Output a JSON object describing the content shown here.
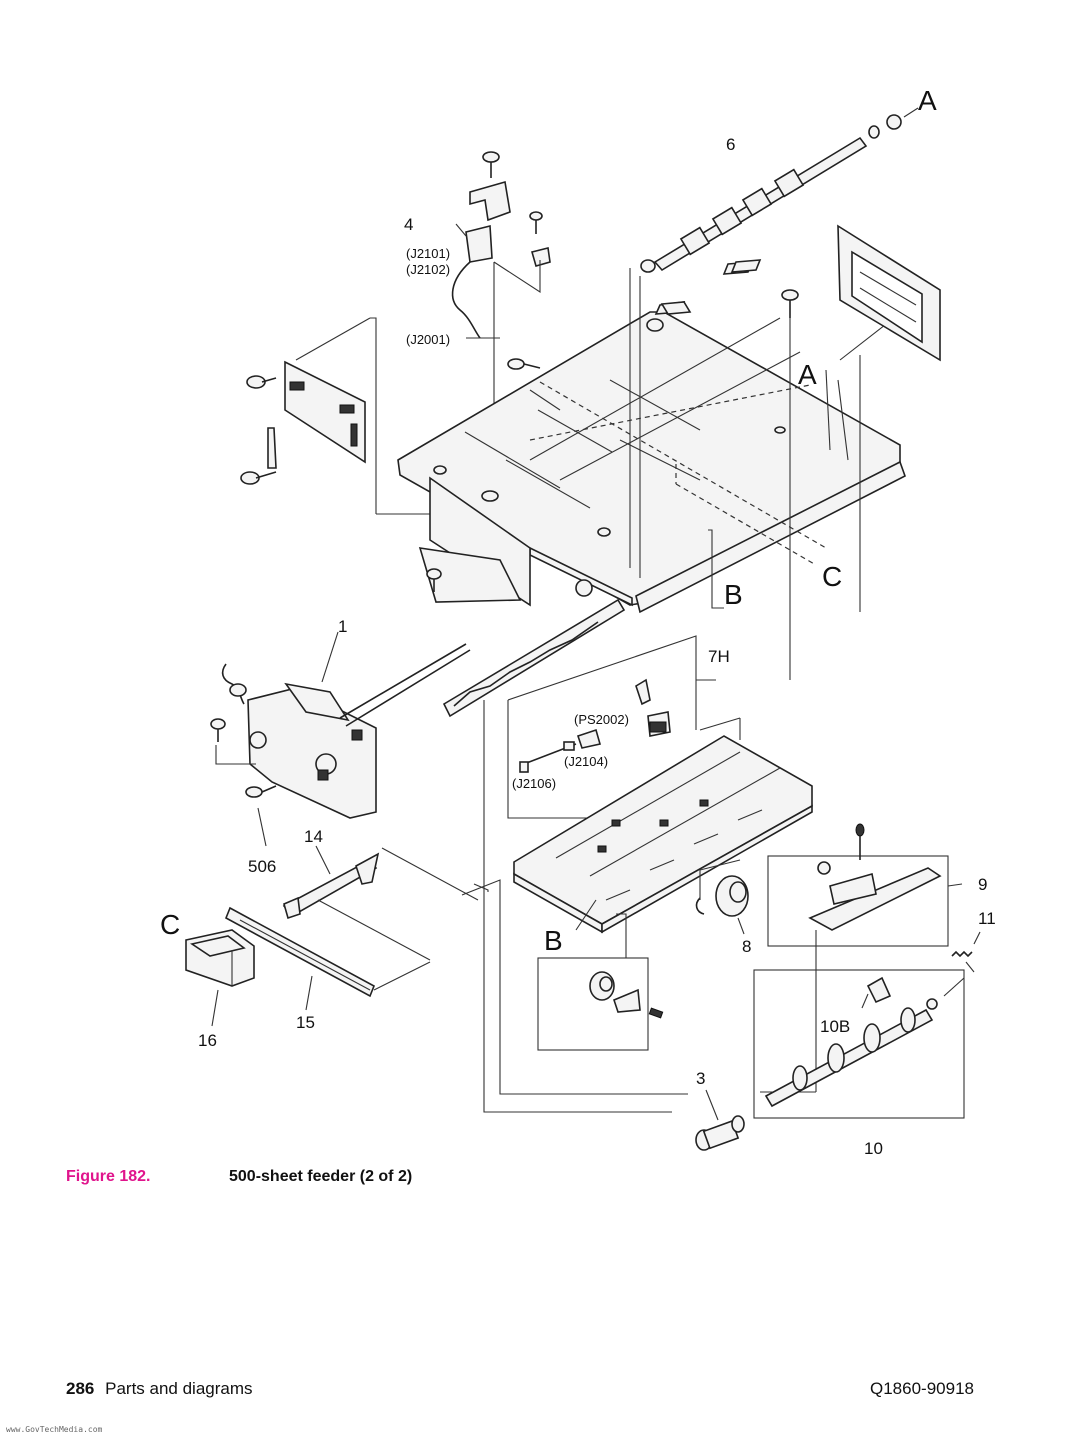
{
  "diagram": {
    "callouts": {
      "A_top": "A",
      "A_mid": "A",
      "C_right": "C",
      "B_right": "B",
      "B_bottom": "B",
      "C_left": "C",
      "n1": "1",
      "n3": "3",
      "n4": "4",
      "n6": "6",
      "n7H": "7H",
      "n8": "8",
      "n9": "9",
      "n10": "10",
      "n10B": "10B",
      "n11": "11",
      "n14": "14",
      "n15": "15",
      "n16": "16",
      "n506": "506"
    },
    "connectors": {
      "j2101": "(J2101)",
      "j2102": "(J2102)",
      "j2001": "(J2001)",
      "ps2002": "(PS2002)",
      "j2104": "(J2104)",
      "j2106": "(J2106)"
    }
  },
  "caption": {
    "figure_number": "Figure 182.",
    "title": "500-sheet feeder (2 of 2)"
  },
  "footer": {
    "page_number": "286",
    "section": "Parts and diagrams",
    "doc_number": "Q1860-90918"
  },
  "watermark": "www.GovTechMedia.com"
}
